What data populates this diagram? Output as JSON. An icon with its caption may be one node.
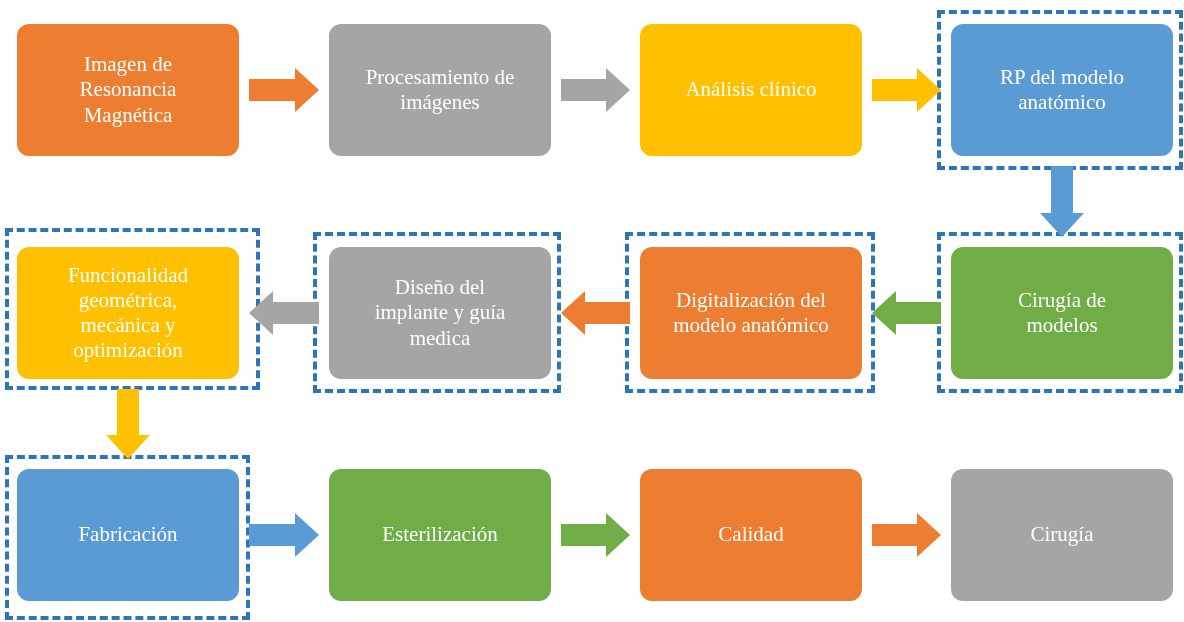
{
  "diagram": {
    "nodes": [
      {
        "text": [
          "Imagen de Resonancia Magnética"
        ]
      },
      {
        "text": [
          "Procesamiento de imágenes"
        ]
      },
      {
        "text": [
          "Análisis clínico"
        ]
      },
      {
        "text": [],
        "shape": "box"
      },
      {
        "text": [
          "RP del modelo anatómico"
        ],
        "in": 3
      },
      {
        "text": [],
        "shape": "box"
      },
      {
        "text": [
          "Funcionalidad geométrica, mecánica y optimización"
        ],
        "in": 5
      },
      {
        "text": [],
        "shape": "box"
      },
      {
        "text": [
          "Diseño del implante y guía medica"
        ],
        "in": 7
      },
      {
        "text": [],
        "shape": "box"
      },
      {
        "text": [
          "Digitalización del modelo anatómico"
        ],
        "in": 9
      },
      {
        "text": [],
        "shape": "box"
      },
      {
        "text": [
          "Cirugía de modelos"
        ],
        "in": 11
      },
      {
        "text": [],
        "shape": "box"
      },
      {
        "text": [
          "Fabricación"
        ],
        "in": 13
      },
      {
        "text": [
          "Esterilización"
        ]
      },
      {
        "text": [
          "Calidad"
        ]
      },
      {
        "text": [
          "Cirugía"
        ]
      }
    ],
    "edges": [
      {
        "from": 0,
        "to": 1,
        "arrow": "to",
        "color": "#ed7d31"
      },
      {
        "from": 1,
        "to": 2,
        "arrow": "to",
        "color": "#a5a5a5"
      },
      {
        "from": 2,
        "to": 4,
        "arrow": "to",
        "color": "#ffc000"
      },
      {
        "from": 4,
        "to": 12,
        "arrow": "to",
        "color": "#5b9bd5"
      },
      {
        "from": 12,
        "to": 10,
        "arrow": "to",
        "color": "#70ad47"
      },
      {
        "from": 10,
        "to": 8,
        "arrow": "to",
        "color": "#ed7d31"
      },
      {
        "from": 8,
        "to": 6,
        "arrow": "to",
        "color": "#a5a5a5"
      },
      {
        "from": 6,
        "to": 14,
        "arrow": "to",
        "color": "#ffc000"
      },
      {
        "from": 14,
        "to": 15,
        "arrow": "to",
        "color": "#5b9bd5"
      },
      {
        "from": 15,
        "to": 16,
        "arrow": "to",
        "color": "#70ad47"
      },
      {
        "from": 16,
        "to": 17,
        "arrow": "to",
        "color": "#ed7d31"
      }
    ]
  }
}
